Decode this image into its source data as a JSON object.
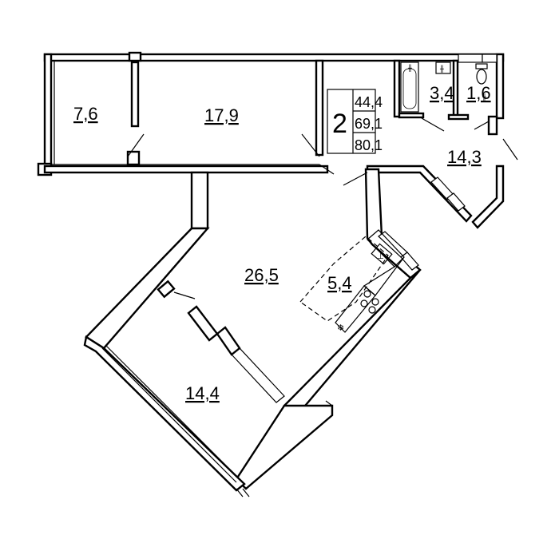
{
  "plan": {
    "rooms": {
      "bedroom_small": "7,6",
      "bedroom": "17,9",
      "bathroom": "3,4",
      "toilet": "1,6",
      "hall": "14,3",
      "living": "26,5",
      "kitchen": "5,4",
      "room_lower": "14,4"
    },
    "summary": {
      "rooms_count": "2",
      "living_area": "44,4",
      "total_area": "69,1",
      "area_with_balcony": "80,1"
    },
    "colors": {
      "ink": "#000000",
      "paper": "#ffffff"
    }
  }
}
